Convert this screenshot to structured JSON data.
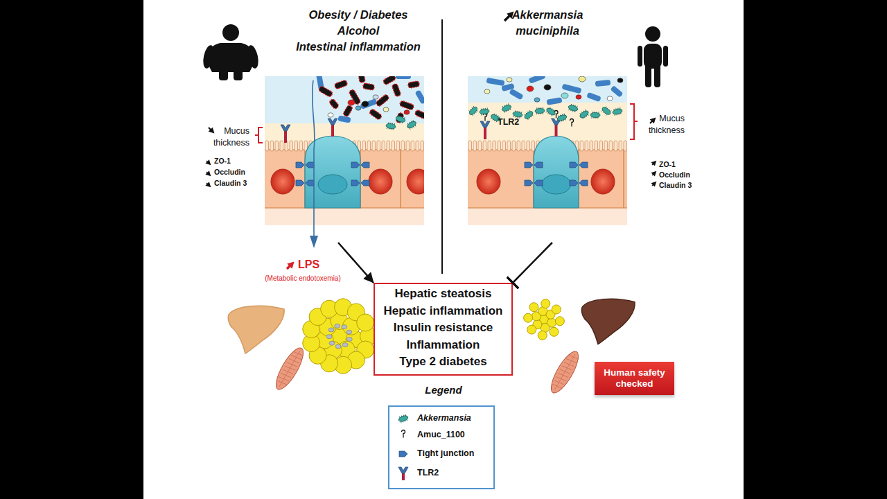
{
  "diagram": {
    "nodes": [
      {
        "text": [
          "Obesity / Diabetes",
          "Alcohol",
          "Intestinal inflammation"
        ]
      },
      {
        "text": [
          "Akkermansia muciniphila"
        ]
      },
      {
        "text": [
          "Hepatic steatosis",
          "Hepatic inflammation",
          "Insulin resistance",
          "Inflammation",
          "Type 2 diabetes"
        ]
      },
      {
        "text": [
          "Human safety checked"
        ]
      }
    ],
    "edges": [
      {
        "from": 0,
        "to": 2,
        "arrow": "to"
      },
      {
        "from": 1,
        "to": 2,
        "arrow": "to"
      }
    ],
    "labels": [
      "Mucus thickness",
      "ZO-1",
      "Occludin",
      "Claudin 3",
      "Mucus thickness",
      "TLR2",
      "ZO-1",
      "Occludin",
      "Claudin 3",
      "LPS",
      "(Metabolic endotoxemia)",
      "Legend"
    ],
    "legend": [
      {
        "text": "Akkermansia"
      },
      {
        "text": "Amuc_1100"
      },
      {
        "text": "Tight junction"
      },
      {
        "text": "TLR2"
      }
    ]
  }
}
